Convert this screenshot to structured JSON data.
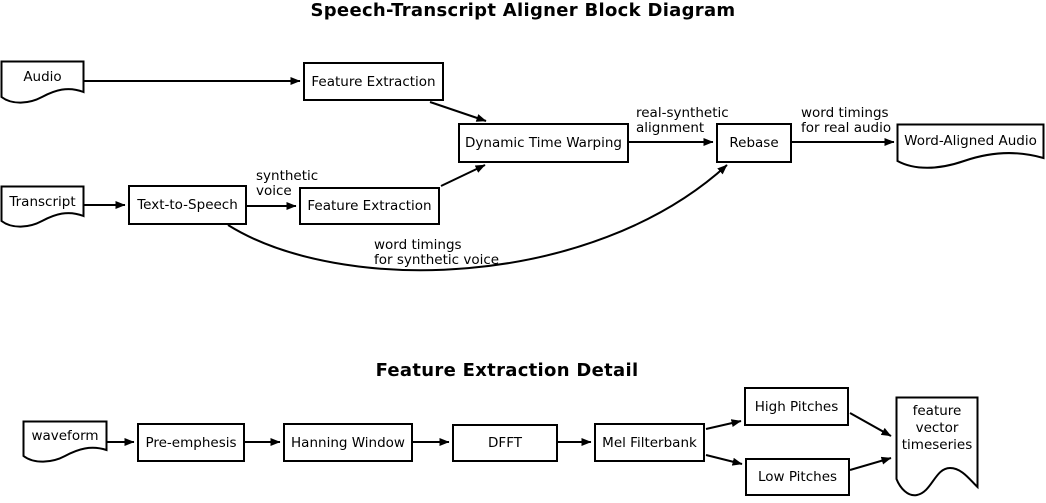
{
  "colors": {
    "ink": "#000000",
    "background": "#ffffff"
  },
  "aligner": {
    "title": "Speech-Transcript Aligner Block Diagram",
    "nodes": {
      "audio": "Audio",
      "feature_extraction_audio": "Feature Extraction",
      "transcript": "Transcript",
      "text_to_speech": "Text-to-Speech",
      "feature_extraction_synthetic": "Feature Extraction",
      "dynamic_time_warping": "Dynamic Time Warping",
      "rebase": "Rebase",
      "word_aligned_audio": "Word-Aligned Audio"
    },
    "edge_labels": {
      "synthetic_voice": "synthetic\nvoice",
      "real_synthetic_alignment": "real-synthetic\nalignment",
      "word_timings_real": "word timings\nfor real audio",
      "word_timings_synthetic": "word timings\nfor synthetic voice"
    }
  },
  "feature_detail": {
    "title": "Feature Extraction Detail",
    "nodes": {
      "waveform": "waveform",
      "pre_emphesis": "Pre-emphesis",
      "hanning_window": "Hanning Window",
      "dfft": "DFFT",
      "mel_filterbank": "Mel Filterbank",
      "high_pitches": "High Pitches",
      "low_pitches": "Low Pitches",
      "feature_vector_timeseries": "feature\nvector\ntimeseries"
    }
  }
}
